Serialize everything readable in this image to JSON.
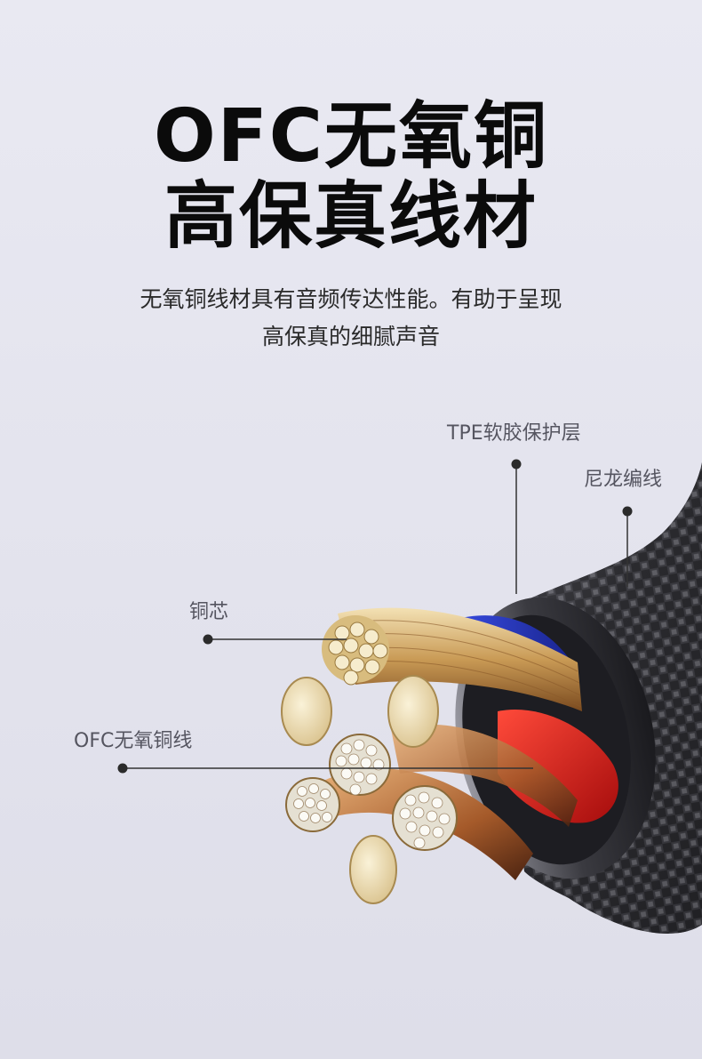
{
  "headline": {
    "line1": "OFC无氧铜",
    "line2": "高保真线材"
  },
  "subtitle": {
    "line1": "无氧铜线材具有音频传达性能。有助于呈现",
    "line2": "高保真的细腻声音"
  },
  "callouts": {
    "tpe": "TPE软胶保护层",
    "nylon": "尼龙编线",
    "core": "铜芯",
    "ofc": "OFC无氧铜线"
  },
  "colors": {
    "background": "#e6e6f0",
    "headline": "#0b0b0b",
    "label": "#555560",
    "copper": "#c88a4a",
    "gold": "#d8b66e",
    "red_wire": "#d42020",
    "blue_wire": "#2a3fd1",
    "braid": "#2a2a2e"
  }
}
